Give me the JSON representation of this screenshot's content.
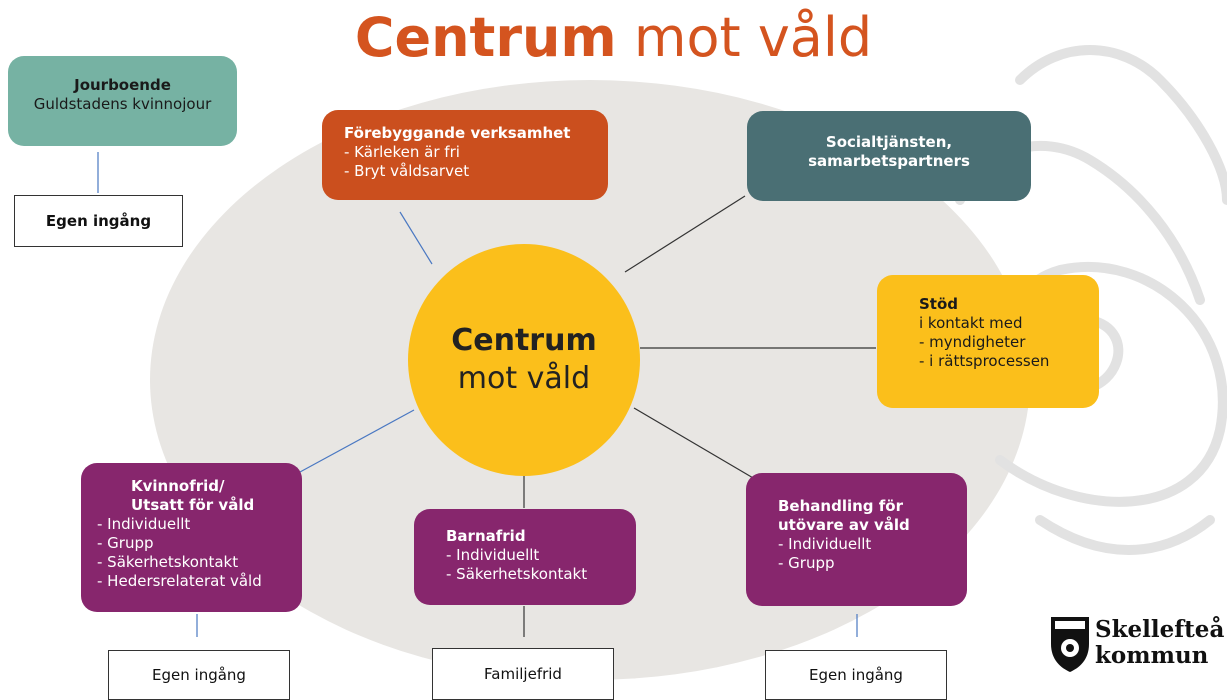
{
  "title": {
    "bold": "Centrum",
    "rest": "mot våld"
  },
  "center": {
    "line1": "Centrum",
    "line2": "mot våld"
  },
  "jourboende": {
    "head": "Jourboende",
    "lines": [
      "Guldstadens kvinnojour"
    ]
  },
  "forebyggande": {
    "head": "Förebyggande verksamhet",
    "lines": [
      "- Kärleken är fri",
      "- Bryt våldsarvet"
    ]
  },
  "socialtjansten": {
    "head": [
      "Socialtjänsten,",
      "samarbetspartners"
    ]
  },
  "stod": {
    "head": "Stöd",
    "lines": [
      "i kontakt med",
      "- myndigheter",
      "- i rättsprocessen"
    ]
  },
  "kvinnofrid": {
    "head": [
      "Kvinnofrid/",
      "Utsatt för våld"
    ],
    "lines": [
      "- Individuellt",
      "- Grupp",
      "- Säkerhetskontakt",
      "- Hedersrelaterat våld"
    ]
  },
  "barnafrid": {
    "head": "Barnafrid",
    "lines": [
      "- Individuellt",
      "- Säkerhetskontakt"
    ]
  },
  "behandling": {
    "head": [
      "Behandling för",
      "utövare av våld"
    ],
    "lines": [
      "- Individuellt",
      "- Grupp"
    ]
  },
  "entries": {
    "top": "Egen ingång",
    "bottom_left": "Egen ingång",
    "bottom_center": "Familjefrid",
    "bottom_right": "Egen ingång"
  },
  "logo": {
    "line1": "Skellefteå",
    "line2": "kommun"
  },
  "colors": {
    "title": "#d4541f",
    "teal": "#76b2a3",
    "orange": "#cb4f1e",
    "slate": "#4a6f74",
    "yellow": "#fbbf1b",
    "purple": "#87266d"
  }
}
